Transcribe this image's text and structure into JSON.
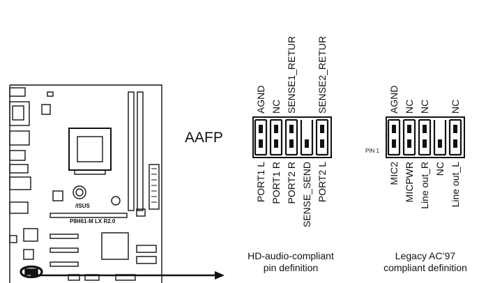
{
  "header_name": "AAFP",
  "pin1_label": "PIN 1",
  "board": {
    "model": "P8H61-M LX R2.0",
    "logo": "/ISUS"
  },
  "hd_audio": {
    "top_labels": [
      "AGND",
      "NC",
      "SENSE1_RETUR",
      "SENSE2_RETUR"
    ],
    "bottom_labels": [
      "PORT1 L",
      "PORT1 R",
      "PORT2 R",
      "SENSE_SEND",
      "PORT2 L"
    ],
    "caption_line1": "HD-audio-compliant",
    "caption_line2": "pin definition"
  },
  "ac97": {
    "top_labels": [
      "AGND",
      "NC",
      "NC",
      "NC"
    ],
    "bottom_labels": [
      "MIC2",
      "MICPWR",
      "Line out_R",
      "NC",
      "Line out_L"
    ],
    "caption_line1": "Legacy AC’97",
    "caption_line2": "compliant definition"
  }
}
